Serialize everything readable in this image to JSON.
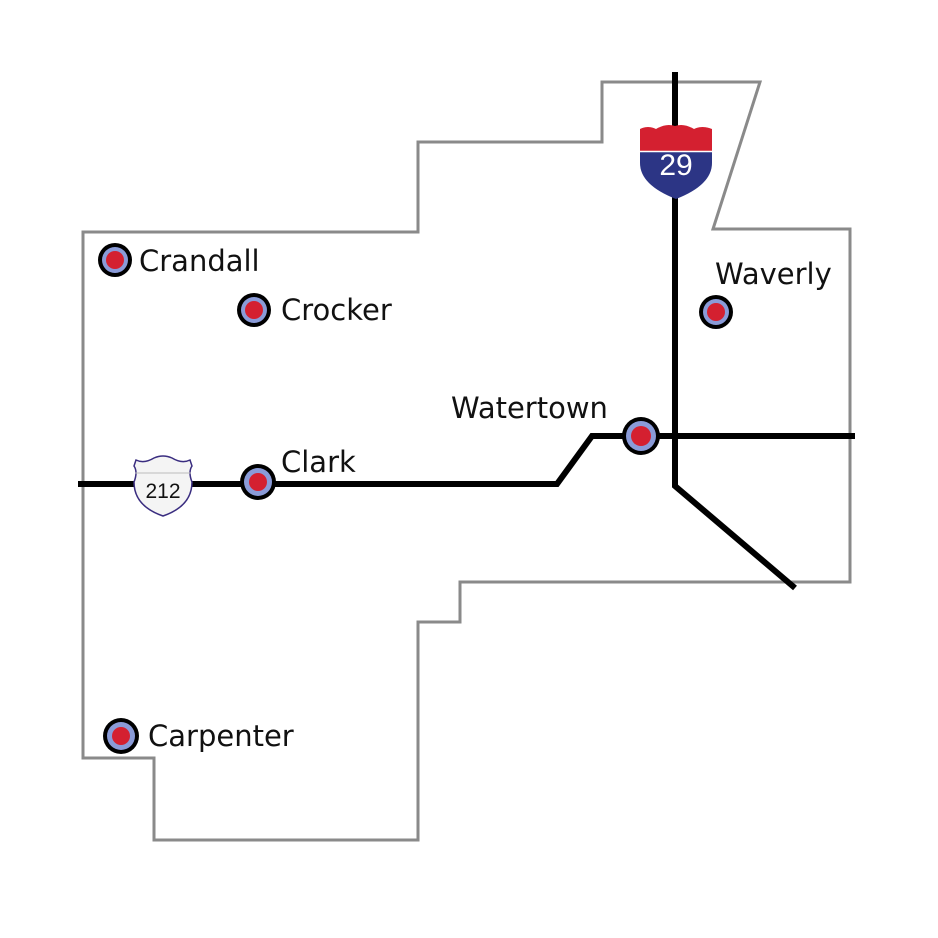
{
  "map": {
    "region": "county",
    "colors": {
      "boundary": "#8a8a8a",
      "road": "#000000",
      "city_outer": "#000000",
      "city_ring": "#8a9bd8",
      "city_center": "#d42030",
      "interstate_blue": "#2c3585",
      "interstate_red": "#d42030",
      "us_shield_fill": "#f2f2f2",
      "us_shield_stroke": "#3a2d80"
    },
    "cities": [
      {
        "name": "Crandall"
      },
      {
        "name": "Crocker"
      },
      {
        "name": "Waverly"
      },
      {
        "name": "Watertown"
      },
      {
        "name": "Clark"
      },
      {
        "name": "Carpenter"
      }
    ],
    "highways": {
      "interstate": {
        "number": "29",
        "type": "Interstate"
      },
      "us_route": {
        "number": "212",
        "type": "US Route"
      }
    }
  }
}
